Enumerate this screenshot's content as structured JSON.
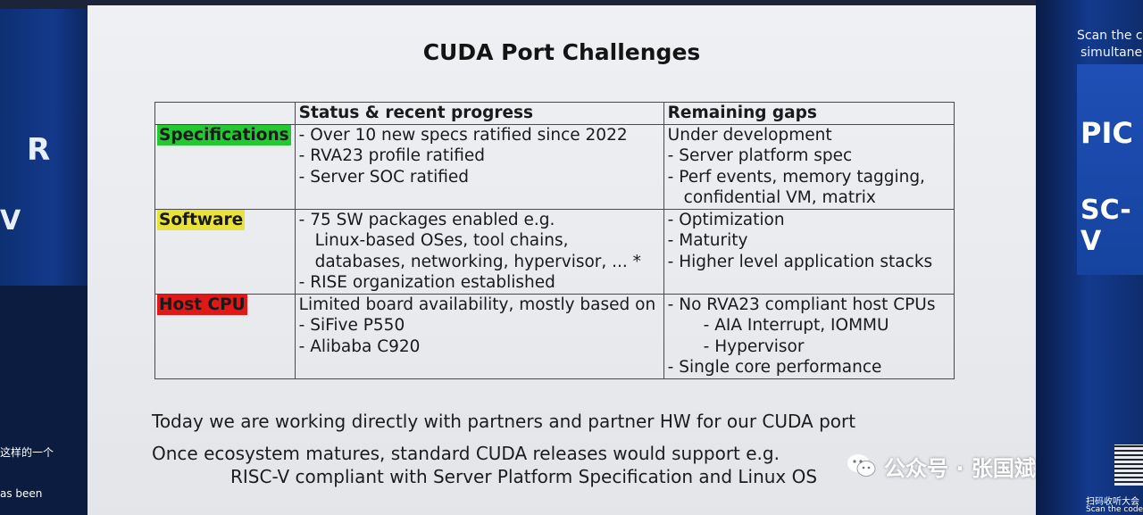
{
  "slide": {
    "title": "CUDA Port Challenges",
    "table": {
      "headers": [
        "",
        "Status & recent progress",
        "Remaining gaps"
      ],
      "rows": [
        {
          "label": "Specifications",
          "label_color": "#22c932",
          "status": [
            "-  Over 10 new specs ratified since 2022",
            "-  RVA23 profile ratified",
            "-  Server SOC ratified"
          ],
          "gaps": [
            "Under development",
            "-  Server platform spec",
            "-  Perf events, memory tagging,",
            "confidential VM, matrix"
          ]
        },
        {
          "label": "Software",
          "label_color": "#e9e23a",
          "status": [
            "-  75 SW packages enabled e.g.",
            "Linux-based OSes, tool chains,",
            "databases, networking, hypervisor, ... *",
            "-  RISE organization established"
          ],
          "gaps": [
            "-  Optimization",
            "-  Maturity",
            "-  Higher level application stacks"
          ]
        },
        {
          "label": "Host CPU",
          "label_color": "#e01818",
          "status": [
            "Limited board availability, mostly based on",
            "-  SiFive P550",
            "-  Alibaba C920"
          ],
          "gaps": [
            "-  No RVA23 compliant host CPUs",
            "-  AIA Interrupt, IOMMU",
            "-  Hypervisor",
            "-  Single core performance"
          ]
        }
      ]
    },
    "notes": [
      "Today we are working directly with partners and partner HW for our CUDA port",
      "Once ecosystem matures, standard CUDA releases would support e.g.",
      "RISC-V compliant with Server Platform Specification and Linux OS"
    ]
  },
  "left_screen": {
    "cn_text": "这样的一个",
    "en_text": "as been"
  },
  "right_screen": {
    "scan_line1": "Scan the c",
    "scan_line2": "simultane",
    "logo_top": "PIC",
    "logo_bottom": "SC-V",
    "qr_caption1": "扫码收听大会",
    "qr_caption2": "Scan the code"
  },
  "watermark": {
    "text": "公众号 · 张国斌",
    "icon": "wechat-icon"
  }
}
